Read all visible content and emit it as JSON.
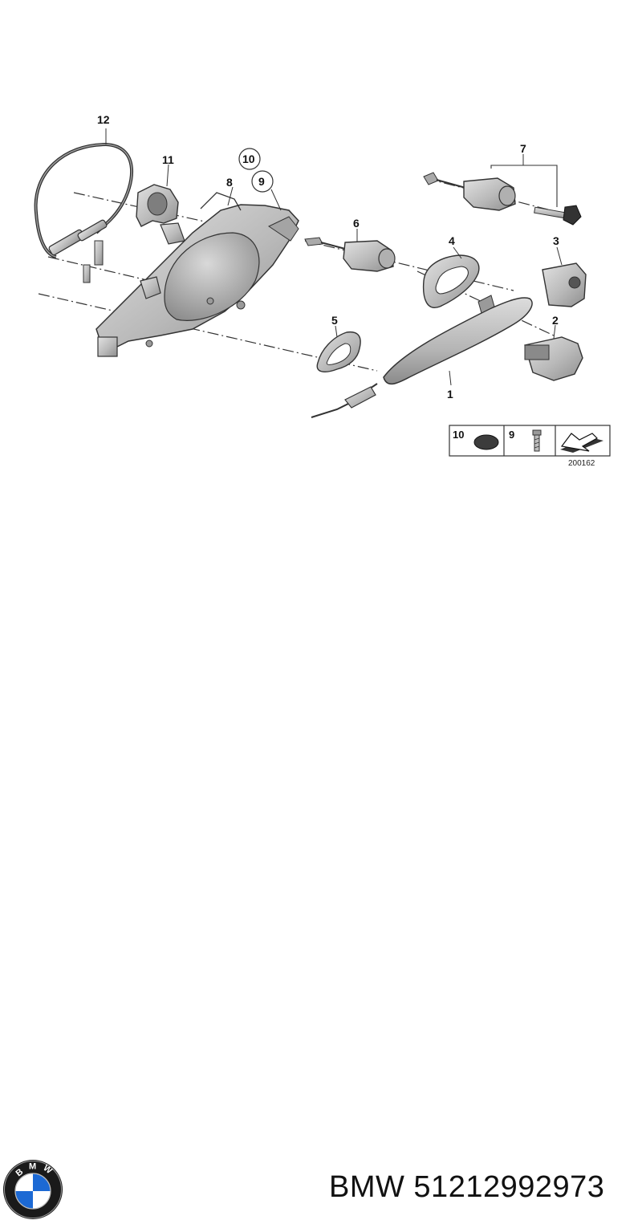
{
  "diagram": {
    "callouts": {
      "c1": "1",
      "c2": "2",
      "c3": "3",
      "c4": "4",
      "c5": "5",
      "c6": "6",
      "c7": "7",
      "c8": "8",
      "c9": "9",
      "c10": "10",
      "c11": "11",
      "c12": "12"
    },
    "legend": {
      "item_10": "10",
      "item_9": "9",
      "reference_number": "200162"
    }
  },
  "caption": {
    "brand": "BMW",
    "part_number": "51212992973",
    "text": "BMW 51212992973",
    "logo_letters": "BMW"
  },
  "colors": {
    "part_gray": "#bcbcbc",
    "outline": "#3a3a3a",
    "bmw_blue": "#1c69d4"
  }
}
